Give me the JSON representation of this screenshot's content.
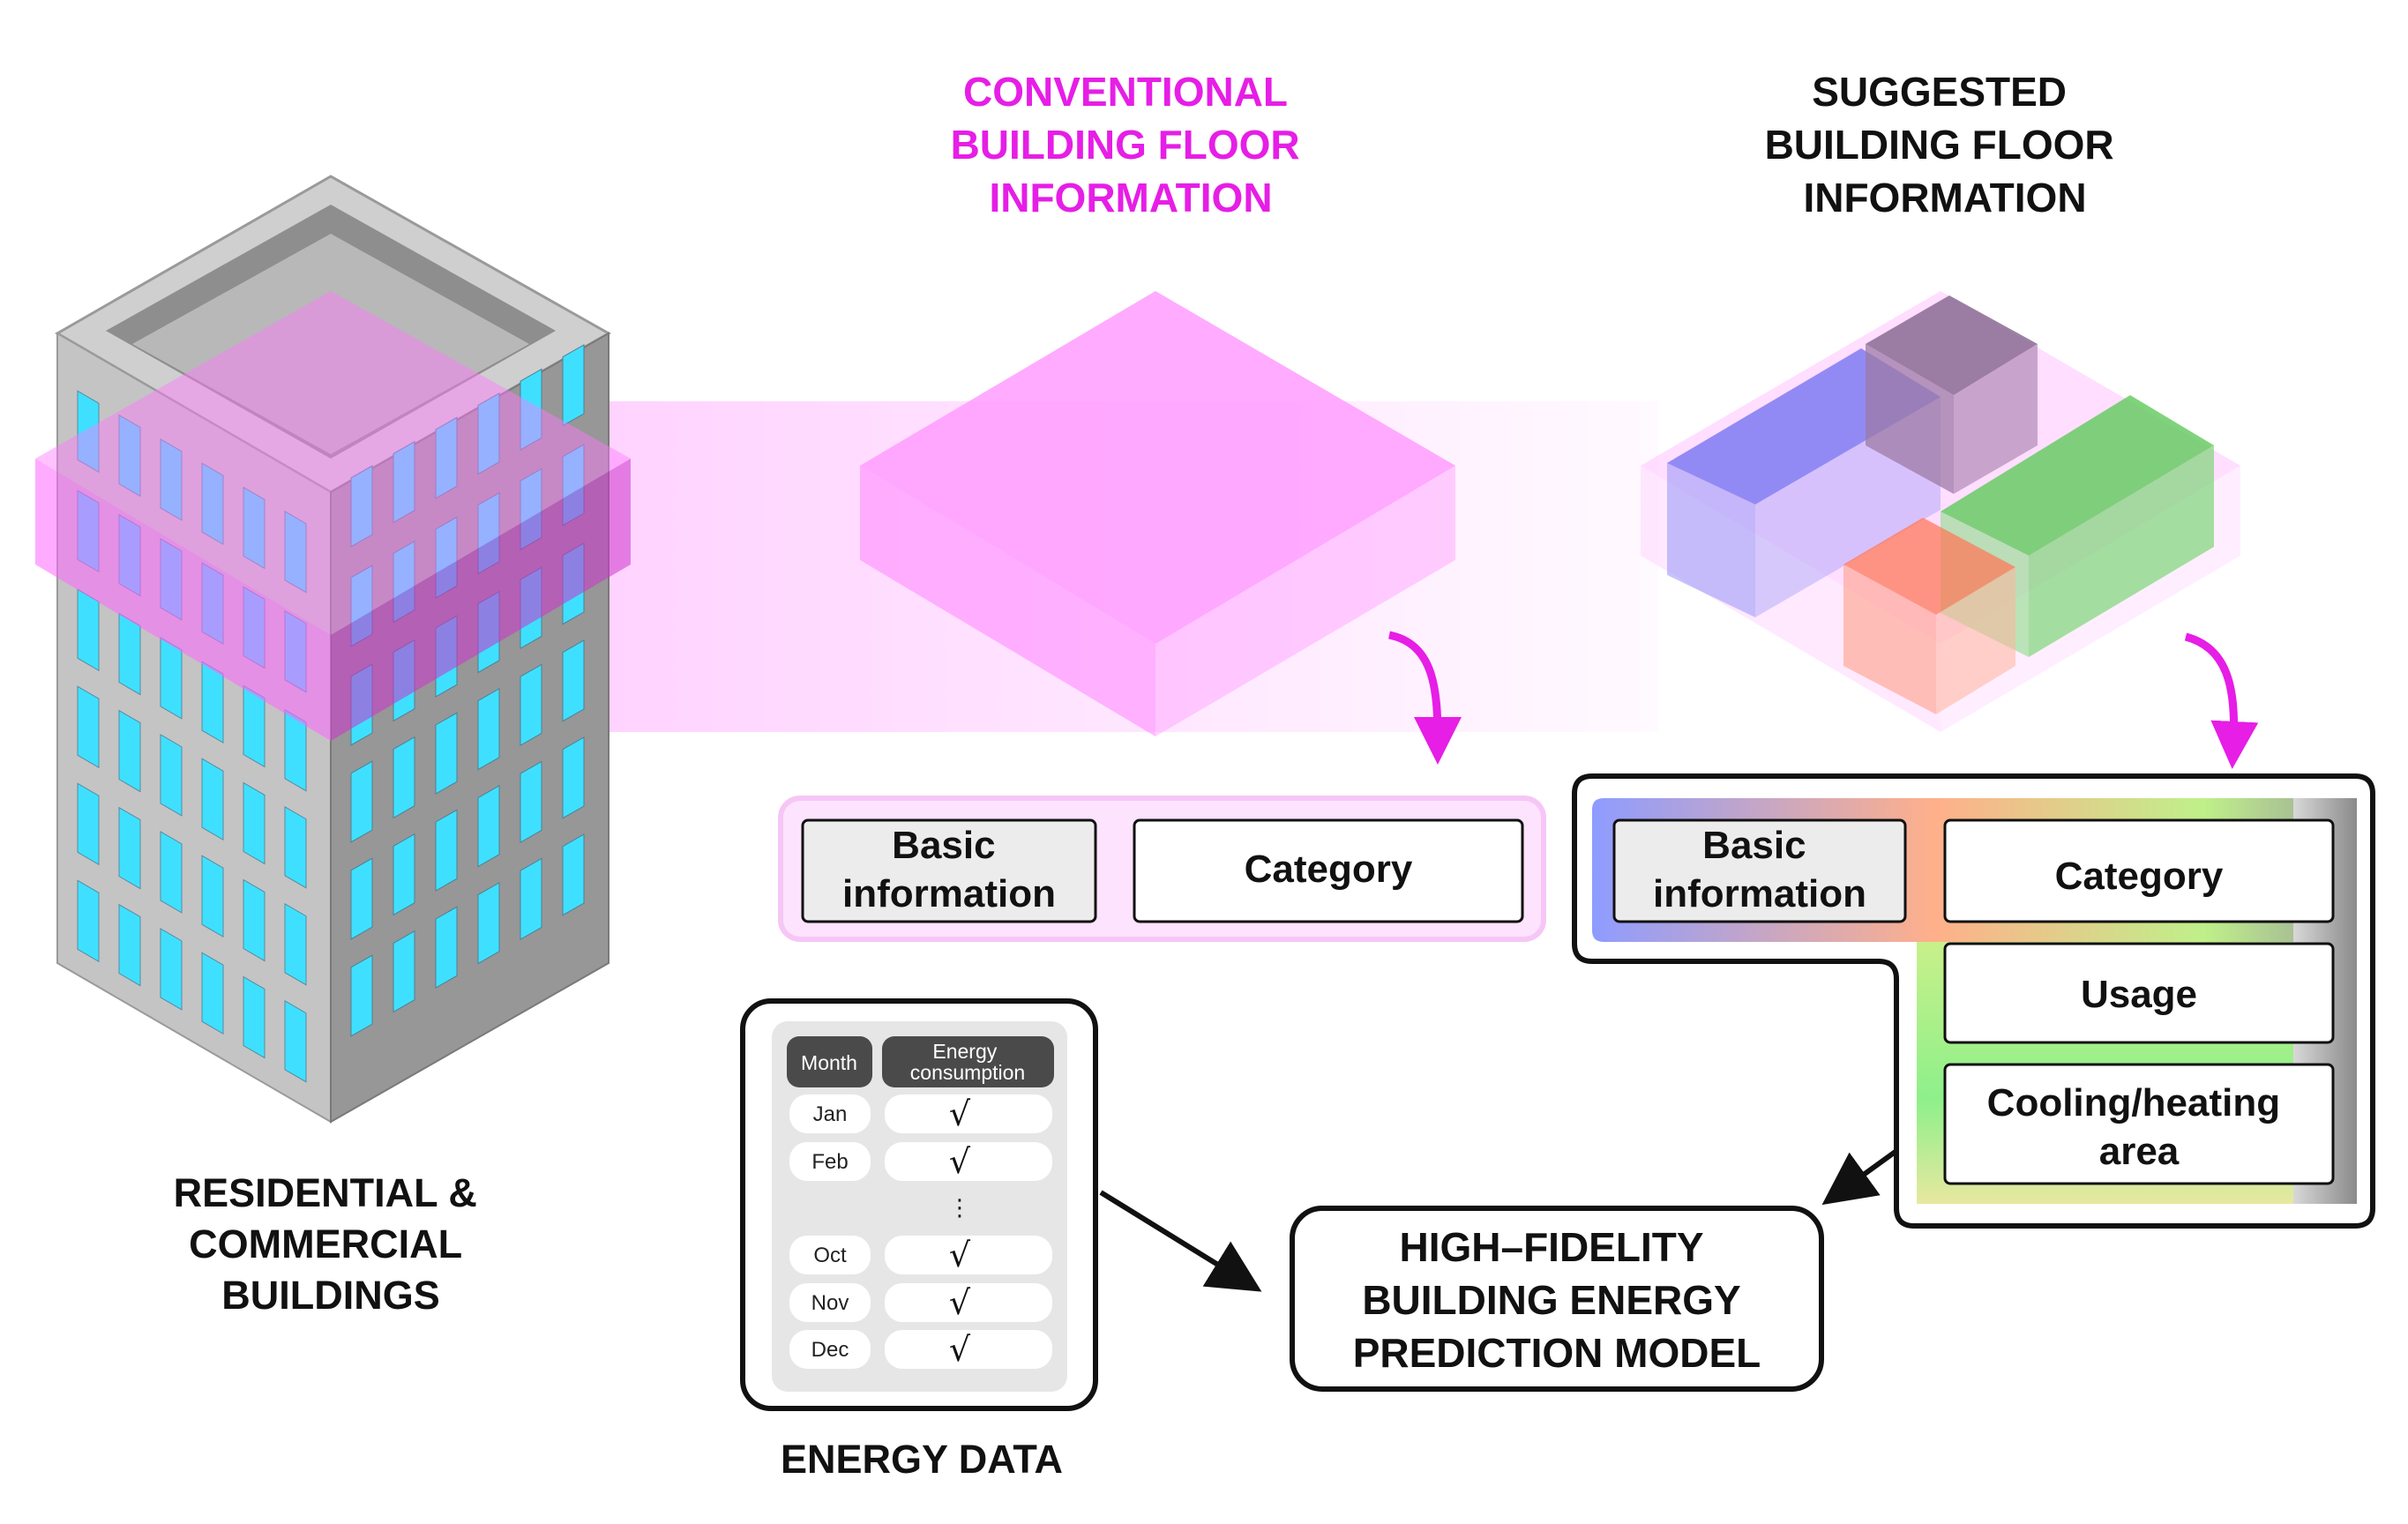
{
  "captions": {
    "buildings": [
      "RESIDENTIAL &",
      "COMMERCIAL",
      "BUILDINGS"
    ],
    "conventional": [
      "CONVENTIONAL",
      "BUILDING FLOOR",
      "INFORMATION"
    ],
    "suggested": [
      "SUGGESTED",
      "BUILDING FLOOR",
      "INFORMATION"
    ],
    "energy_data": "ENERGY DATA",
    "model": [
      "HIGH–FIDELITY",
      "BUILDING ENERGY",
      "PREDICTION MODEL"
    ]
  },
  "conventional_box": {
    "basic_information": [
      "Basic",
      "information"
    ],
    "category": "Category"
  },
  "suggested_box": {
    "basic_information": [
      "Basic",
      "information"
    ],
    "category": "Category",
    "usage": "Usage",
    "cooling_heating_area": [
      "Cooling/heating",
      "area"
    ]
  },
  "energy_table": {
    "headers": {
      "month": "Month",
      "energy": [
        "Energy",
        "consumption"
      ]
    },
    "rows": [
      {
        "month": "Jan",
        "mark": "√"
      },
      {
        "month": "Feb",
        "mark": "√"
      },
      {
        "month": "⋮",
        "mark": "⋮"
      },
      {
        "month": "Oct",
        "mark": "√"
      },
      {
        "month": "Nov",
        "mark": "√"
      },
      {
        "month": "Dec",
        "mark": "√"
      }
    ]
  },
  "colors": {
    "accent_magenta": "#e61ee6",
    "floor_pink": "#ff9cff",
    "window_cyan": "#3fe0ff",
    "building_gray": "#a9a9a9",
    "zone_blue": "#8c82f5",
    "zone_purple": "#a07aaa",
    "zone_green": "#82d67d",
    "zone_orange": "#ff9a7d"
  },
  "icons": [
    "building-icon",
    "floor-slab-icon",
    "zoned-floor-icon",
    "curved-arrow-icon",
    "arrow-icon",
    "checkmark-icon"
  ]
}
